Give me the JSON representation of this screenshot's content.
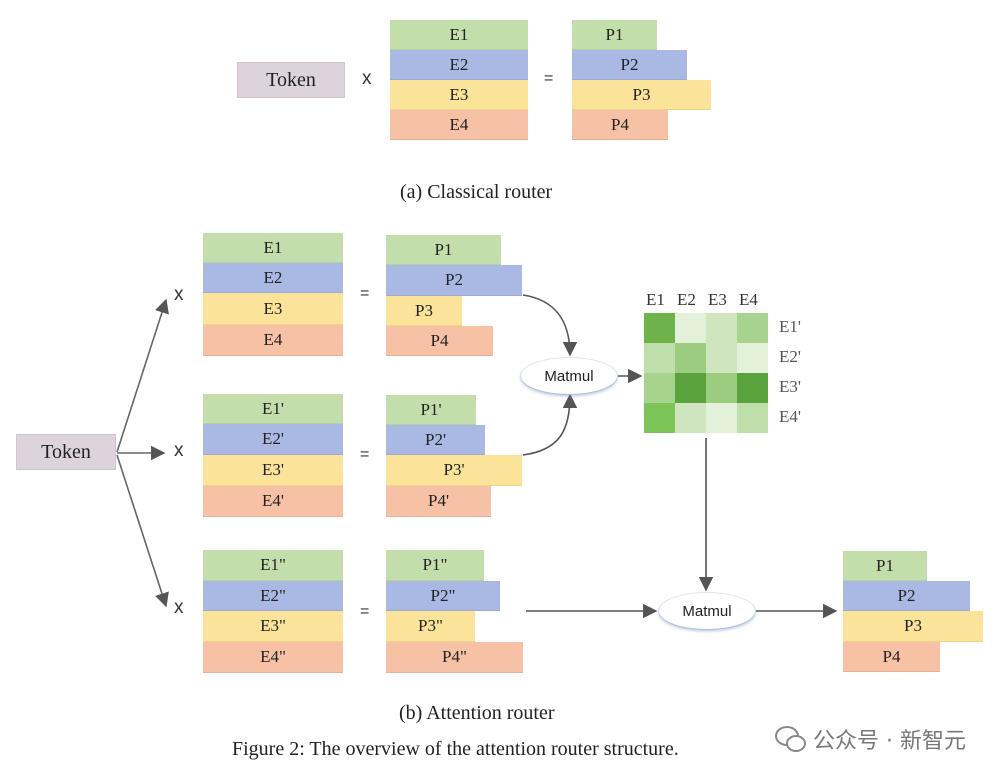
{
  "token_label": "Token",
  "times_symbol": "x",
  "equals_symbol": "=",
  "classical": {
    "experts": [
      "E1",
      "E2",
      "E3",
      "E4"
    ],
    "probs": [
      "P1",
      "P2",
      "P3",
      "P4"
    ],
    "caption": "(a) Classical router"
  },
  "attention": {
    "groups": [
      {
        "experts": [
          "E1",
          "E2",
          "E3",
          "E4"
        ],
        "probs": [
          "P1",
          "P2",
          "P3",
          "P4"
        ]
      },
      {
        "experts": [
          "E1'",
          "E2'",
          "E3'",
          "E4'"
        ],
        "probs": [
          "P1'",
          "P2'",
          "P3'",
          "P4'"
        ]
      },
      {
        "experts": [
          "E1\"",
          "E2\"",
          "E3\"",
          "E4\""
        ],
        "probs": [
          "P1\"",
          "P2\"",
          "P3\"",
          "P4\""
        ]
      }
    ],
    "matmul_label": "Matmul",
    "heatmap": {
      "col_labels": [
        "E1",
        "E2",
        "E3",
        "E4"
      ],
      "row_labels": [
        "E1'",
        "E2'",
        "E3'",
        "E4'"
      ],
      "cell_colors": [
        [
          "#6db34a",
          "#e3f0da",
          "#cfe5c0",
          "#a8d38e"
        ],
        [
          "#bedeaa",
          "#9ccc80",
          "#cfe5c0",
          "#e3f0da"
        ],
        [
          "#a8d38e",
          "#5aa33c",
          "#9ccc80",
          "#5aa33c"
        ],
        [
          "#7cc458",
          "#cfe5c0",
          "#e3f0da",
          "#bedeaa"
        ]
      ]
    },
    "output_probs": [
      "P1",
      "P2",
      "P3",
      "P4"
    ],
    "caption": "(b) Attention router"
  },
  "figure_caption": "Figure 2: The overview of the attention router structure.",
  "watermark": "公众号 · 新智元",
  "colors": {
    "green": "#c3deaa",
    "blue": "#a9b9e3",
    "yellow": "#fbe39a",
    "orange": "#f6c1a4",
    "token": "#dcd3dc",
    "arrow": "#555555"
  }
}
